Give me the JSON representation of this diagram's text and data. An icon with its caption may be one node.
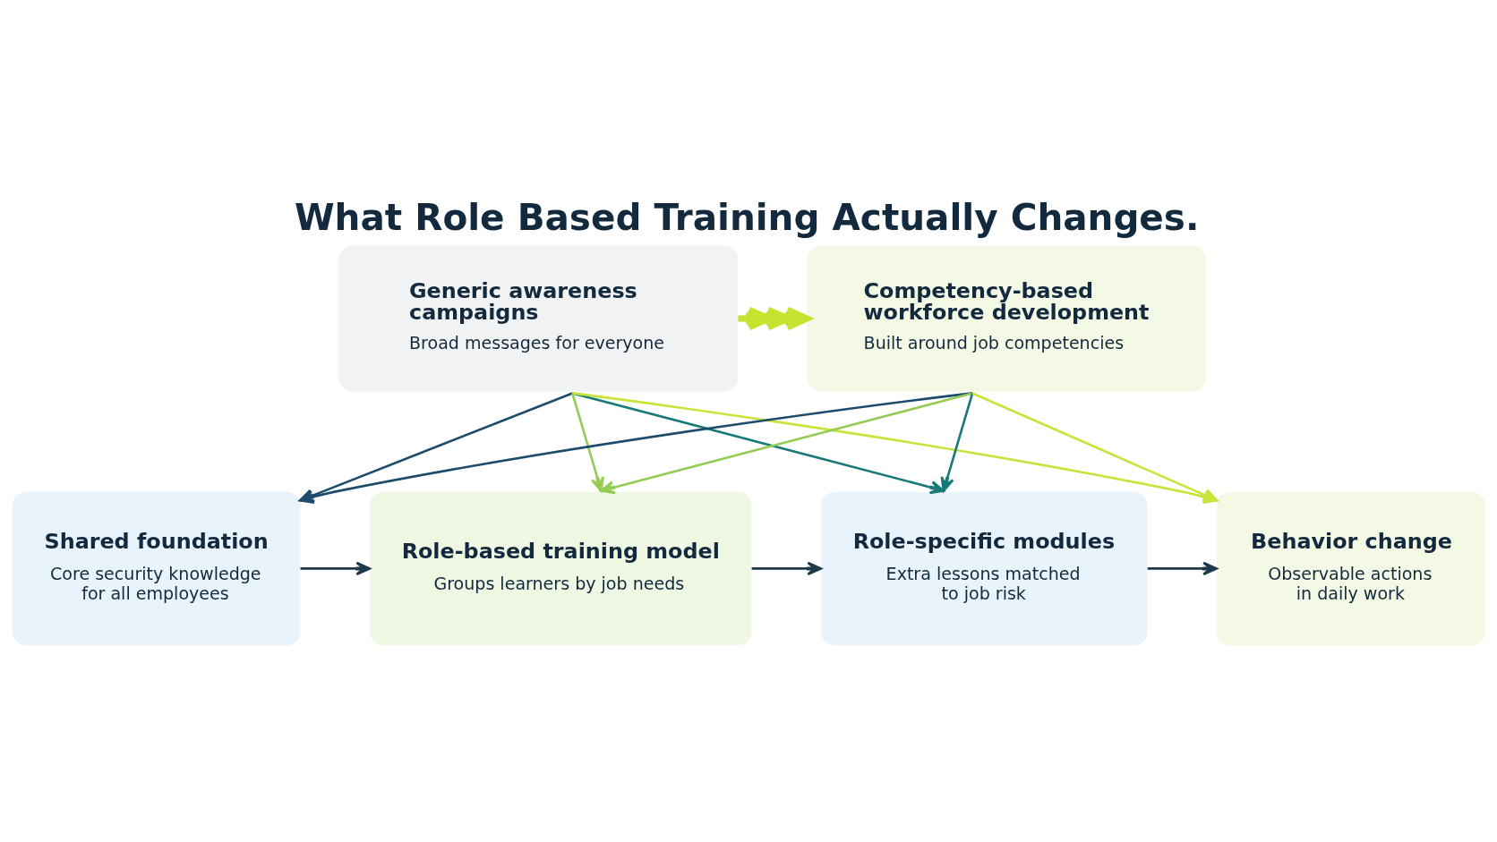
{
  "diagram": {
    "title": "What Role Based Training Actually Changes.",
    "nodes": [
      {
        "text": [
          "Generic awareness campaigns",
          "Broad messages for everyone"
        ]
      },
      {
        "text": [
          "Competency-based workforce development",
          "Built around job competencies"
        ]
      },
      {
        "text": [
          "Shared foundation",
          "Core security knowledge for all employees"
        ]
      },
      {
        "text": [
          "Role-based training model",
          "Groups learners by job needs"
        ]
      },
      {
        "text": [
          "Role-specific modules",
          "Extra lessons matched to job risk"
        ]
      },
      {
        "text": [
          "Behavior change",
          "Observable actions in daily work"
        ]
      }
    ],
    "edges": [
      {
        "from": 0,
        "to": 1,
        "arrow": "to",
        "style": "thick",
        "color": "#c5e32f"
      },
      {
        "from": 0,
        "to": 2,
        "arrow": "to",
        "color": "#1c4b6b"
      },
      {
        "from": 0,
        "to": 3,
        "arrow": "to",
        "color": "#94cc55"
      },
      {
        "from": 0,
        "to": 4,
        "arrow": "to",
        "color": "#177a78"
      },
      {
        "from": 0,
        "to": 5,
        "arrow": "to",
        "color": "#c8e33a"
      },
      {
        "from": 1,
        "to": 2,
        "arrow": "to",
        "color": "#1c4b6b"
      },
      {
        "from": 1,
        "to": 3,
        "arrow": "to",
        "color": "#94cc55"
      },
      {
        "from": 1,
        "to": 4,
        "arrow": "to",
        "color": "#177a78"
      },
      {
        "from": 1,
        "to": 5,
        "arrow": "to",
        "color": "#c8e33a"
      },
      {
        "from": 2,
        "to": 3,
        "arrow": "to"
      },
      {
        "from": 3,
        "to": 4,
        "arrow": "to"
      },
      {
        "from": 4,
        "to": 5,
        "arrow": "to"
      }
    ]
  }
}
